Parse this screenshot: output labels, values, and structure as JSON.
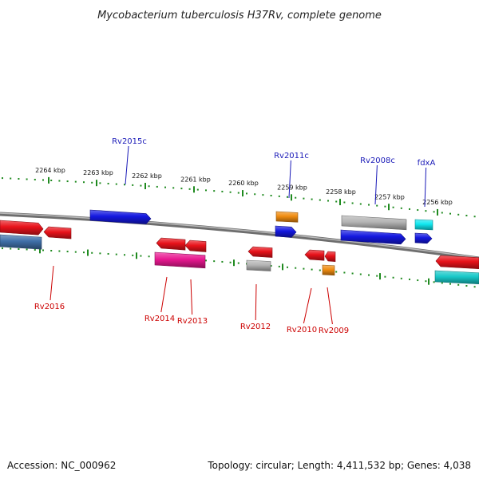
{
  "title": "Mycobacterium tuberculosis H37Rv, complete genome",
  "footer": {
    "accession": "Accession: NC_000962",
    "summary": "Topology: circular; Length: 4,411,532 bp; Genes: 4,038"
  },
  "colors": {
    "backbone": "#8a8a8a",
    "tick": "#1f8a1f",
    "upper_label": "#1a1ab8",
    "lower_label": "#cc0000",
    "red": "#e8121a",
    "blue": "#1418e0",
    "orange": "#f08c10",
    "cyan": "#10e8f0",
    "teal": "#18c8c8",
    "gray": "#b4b4b4",
    "magenta": "#e81890",
    "steel": "#3f6fa8"
  },
  "scale_ticks": [
    "2264 kbp",
    "2263 kbp",
    "2262 kbp",
    "2261 kbp",
    "2260 kbp",
    "2259 kbp",
    "2258 kbp",
    "2257 kbp",
    "2256 kbp"
  ],
  "upper_labels": [
    "Rv2015c",
    "Rv2011c",
    "Rv2008c",
    "fdxA"
  ],
  "lower_labels": [
    "Rv2016",
    "Rv2014",
    "Rv2013",
    "Rv2012",
    "Rv2010",
    "Rv2009"
  ],
  "features": [
    {
      "name": "rv2016-left-red",
      "color": "red"
    },
    {
      "name": "rv2016-left-steel",
      "color": "steel"
    },
    {
      "name": "rv2016-red",
      "color": "red"
    },
    {
      "name": "rv2015c-blue",
      "color": "blue"
    },
    {
      "name": "rv2014-red",
      "color": "red"
    },
    {
      "name": "rv2013-red",
      "color": "red"
    },
    {
      "name": "rv2014-magenta",
      "color": "magenta"
    },
    {
      "name": "rv2012-red",
      "color": "red"
    },
    {
      "name": "rv2012-gray",
      "color": "gray"
    },
    {
      "name": "rv2011c-orange",
      "color": "orange"
    },
    {
      "name": "rv2011c-blue",
      "color": "blue"
    },
    {
      "name": "rv2010-red",
      "color": "red"
    },
    {
      "name": "rv2009-red",
      "color": "red"
    },
    {
      "name": "rv2009-orange",
      "color": "orange"
    },
    {
      "name": "rv2008c-gray",
      "color": "gray"
    },
    {
      "name": "rv2008c-blue",
      "color": "blue"
    },
    {
      "name": "fdxa-cyan",
      "color": "cyan"
    },
    {
      "name": "fdxa-blue",
      "color": "blue"
    },
    {
      "name": "right-red",
      "color": "red"
    },
    {
      "name": "right-teal",
      "color": "teal"
    }
  ]
}
